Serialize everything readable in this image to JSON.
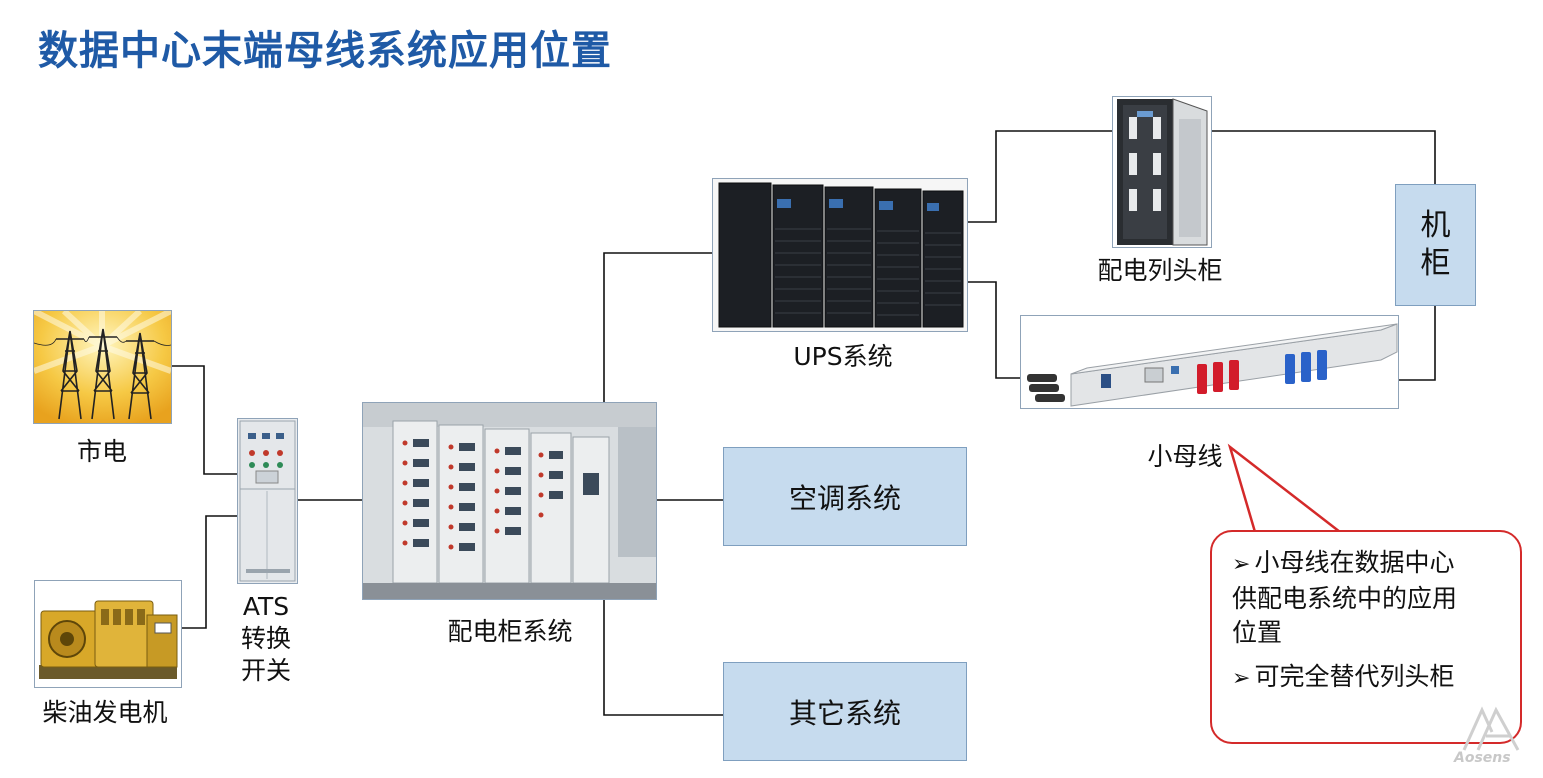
{
  "title": "数据中心末端母线系统应用位置",
  "nodes": {
    "grid": "市电",
    "generator": "柴油发电机",
    "ats_lines": [
      "ATS",
      "转换",
      "开关"
    ],
    "switchgear": "配电柜系统",
    "ups": "UPS系统",
    "hvac": "空调系统",
    "other": "其它系统",
    "row_cabinet": "配电列头柜",
    "rack_lines": [
      "机",
      "柜"
    ],
    "busway": "小母线"
  },
  "callout": {
    "items": [
      "小母线在数据中心供配电系统中的应用位置",
      "可完全替代列头柜"
    ],
    "line1": "小母线在数据中心",
    "line2": "供配电系统中的应用",
    "line3": "位置",
    "line4": "可完全替代列头柜"
  },
  "watermark": "Aosens",
  "colors": {
    "title": "#1f5aa6",
    "system_box_fill": "#c6dbee",
    "system_box_border": "#7f9fbf",
    "callout_border": "#d42a2a",
    "wire": "#111111"
  }
}
